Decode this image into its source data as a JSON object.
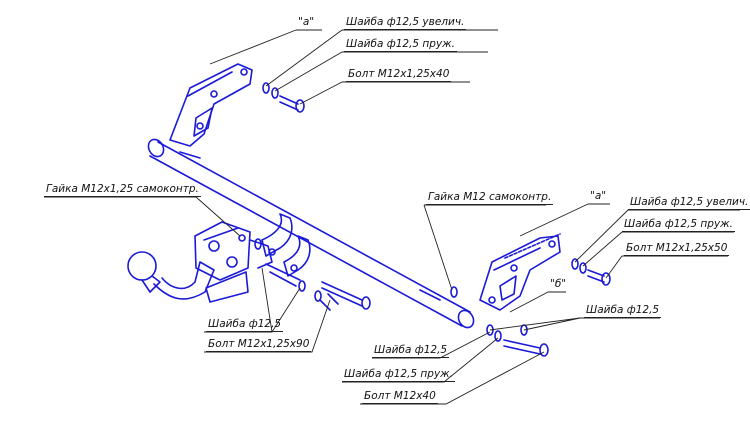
{
  "labels": {
    "top_a": "\"а\"",
    "top_washer_enlarged": "Шайба ф12,5 увелич.",
    "top_washer_spring": "Шайба ф12,5 пруж.",
    "top_bolt": "Болт М12х1,25х40",
    "left_nut": "Гайка М12х1,25 самоконтр.",
    "left_washer": "Шайба ф12,5",
    "left_bolt": "Болт М12х1,25х90",
    "right_nut": "Гайка М12 самоконтр.",
    "right_a": "\"а\"",
    "right_b": "\"б\"",
    "right_washer_enlarged": "Шайба ф12,5 увелич.",
    "right_washer_spring": "Шайба ф12,5 пруж.",
    "right_bolt": "Болт М12х1,25х50",
    "right_washer": "Шайба ф12,5",
    "bottom_washer": "Шайба ф12,5",
    "bottom_washer_spring": "Шайба ф12,5 пруж.",
    "bottom_bolt": "Болт М12х40"
  },
  "colors": {
    "drawing": "#1a1ad8",
    "leader": "#222222"
  }
}
